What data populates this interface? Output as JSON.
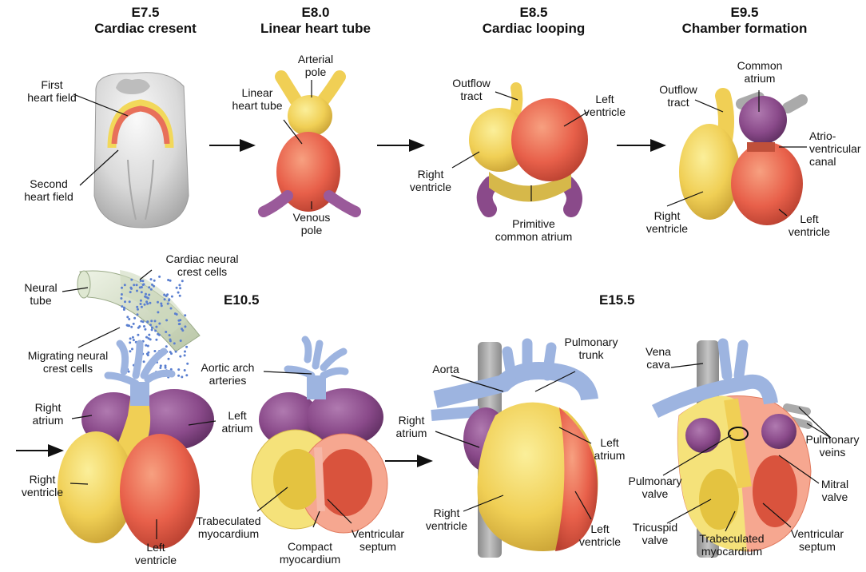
{
  "stages": [
    {
      "day": "E7.5",
      "name": "Cardiac cresent"
    },
    {
      "day": "E8.0",
      "name": "Linear heart tube"
    },
    {
      "day": "E8.5",
      "name": "Cardiac looping"
    },
    {
      "day": "E9.5",
      "name": "Chamber formation"
    }
  ],
  "lower_stages": {
    "e105": "E10.5",
    "e155": "E15.5"
  },
  "labels": {
    "first_heart_field": [
      "First",
      "heart field"
    ],
    "second_heart_field": [
      "Second",
      "heart field"
    ],
    "arterial_pole": [
      "Arterial",
      "pole"
    ],
    "linear_heart_tube": [
      "Linear",
      "heart tube"
    ],
    "venous_pole": [
      "Venous",
      "pole"
    ],
    "outflow_tract_85": [
      "Outflow",
      "tract"
    ],
    "left_ventricle_85": [
      "Left",
      "ventricle"
    ],
    "right_ventricle_85": [
      "Right",
      "ventricle"
    ],
    "primitive_common_atrium": [
      "Primitive",
      "common atrium"
    ],
    "outflow_tract_95": [
      "Outflow",
      "tract"
    ],
    "common_atrium": [
      "Common",
      "atrium"
    ],
    "av_canal": [
      "Atrio-",
      "ventricular",
      "canal"
    ],
    "right_ventricle_95": [
      "Right",
      "ventricle"
    ],
    "left_ventricle_95": [
      "Left",
      "ventricle"
    ],
    "cardiac_neural_crest": [
      "Cardiac neural",
      "crest cells"
    ],
    "neural_tube": [
      "Neural",
      "tube"
    ],
    "migrating_neural_crest": [
      "Migrating neural",
      "crest cells"
    ],
    "right_atrium_105": [
      "Right",
      "atrium"
    ],
    "left_atrium_105": [
      "Left",
      "atrium"
    ],
    "right_ventricle_105": [
      "Right",
      "ventricle"
    ],
    "left_ventricle_105": [
      "Left",
      "ventricle"
    ],
    "aortic_arch_arteries": [
      "Aortic arch",
      "arteries"
    ],
    "trabeculated_myocardium_105": [
      "Trabeculated",
      "myocardium"
    ],
    "compact_myocardium": [
      "Compact",
      "myocardium"
    ],
    "ventricular_septum_105": [
      "Ventricular",
      "septum"
    ],
    "aorta": [
      "Aorta"
    ],
    "pulmonary_trunk": [
      "Pulmonary",
      "trunk"
    ],
    "right_atrium_155": [
      "Right",
      "atrium"
    ],
    "left_atrium_155": [
      "Left",
      "atrium"
    ],
    "right_ventricle_155": [
      "Right",
      "ventricle"
    ],
    "left_ventricle_155": [
      "Left",
      "ventricle"
    ],
    "vena_cava": [
      "Vena",
      "cava"
    ],
    "pulmonary_veins": [
      "Pulmonary",
      "veins"
    ],
    "pulmonary_valve": [
      "Pulmonary",
      "valve"
    ],
    "mitral_valve": [
      "Mitral",
      "valve"
    ],
    "tricuspid_valve": [
      "Tricuspid",
      "valve"
    ],
    "trabeculated_myocardium_155": [
      "Trabeculated",
      "myocardium"
    ],
    "ventricular_septum_155": [
      "Ventricular",
      "septum"
    ]
  },
  "colors": {
    "first_heart_field": "#e8705a",
    "second_heart_field": "#f2d85a",
    "left_ventricle": "#e8604a",
    "right_ventricle": "#f0cf55",
    "atria": "#8a4a8a",
    "outflow": "#9db4e0",
    "embryo": "#d9d9d9"
  }
}
